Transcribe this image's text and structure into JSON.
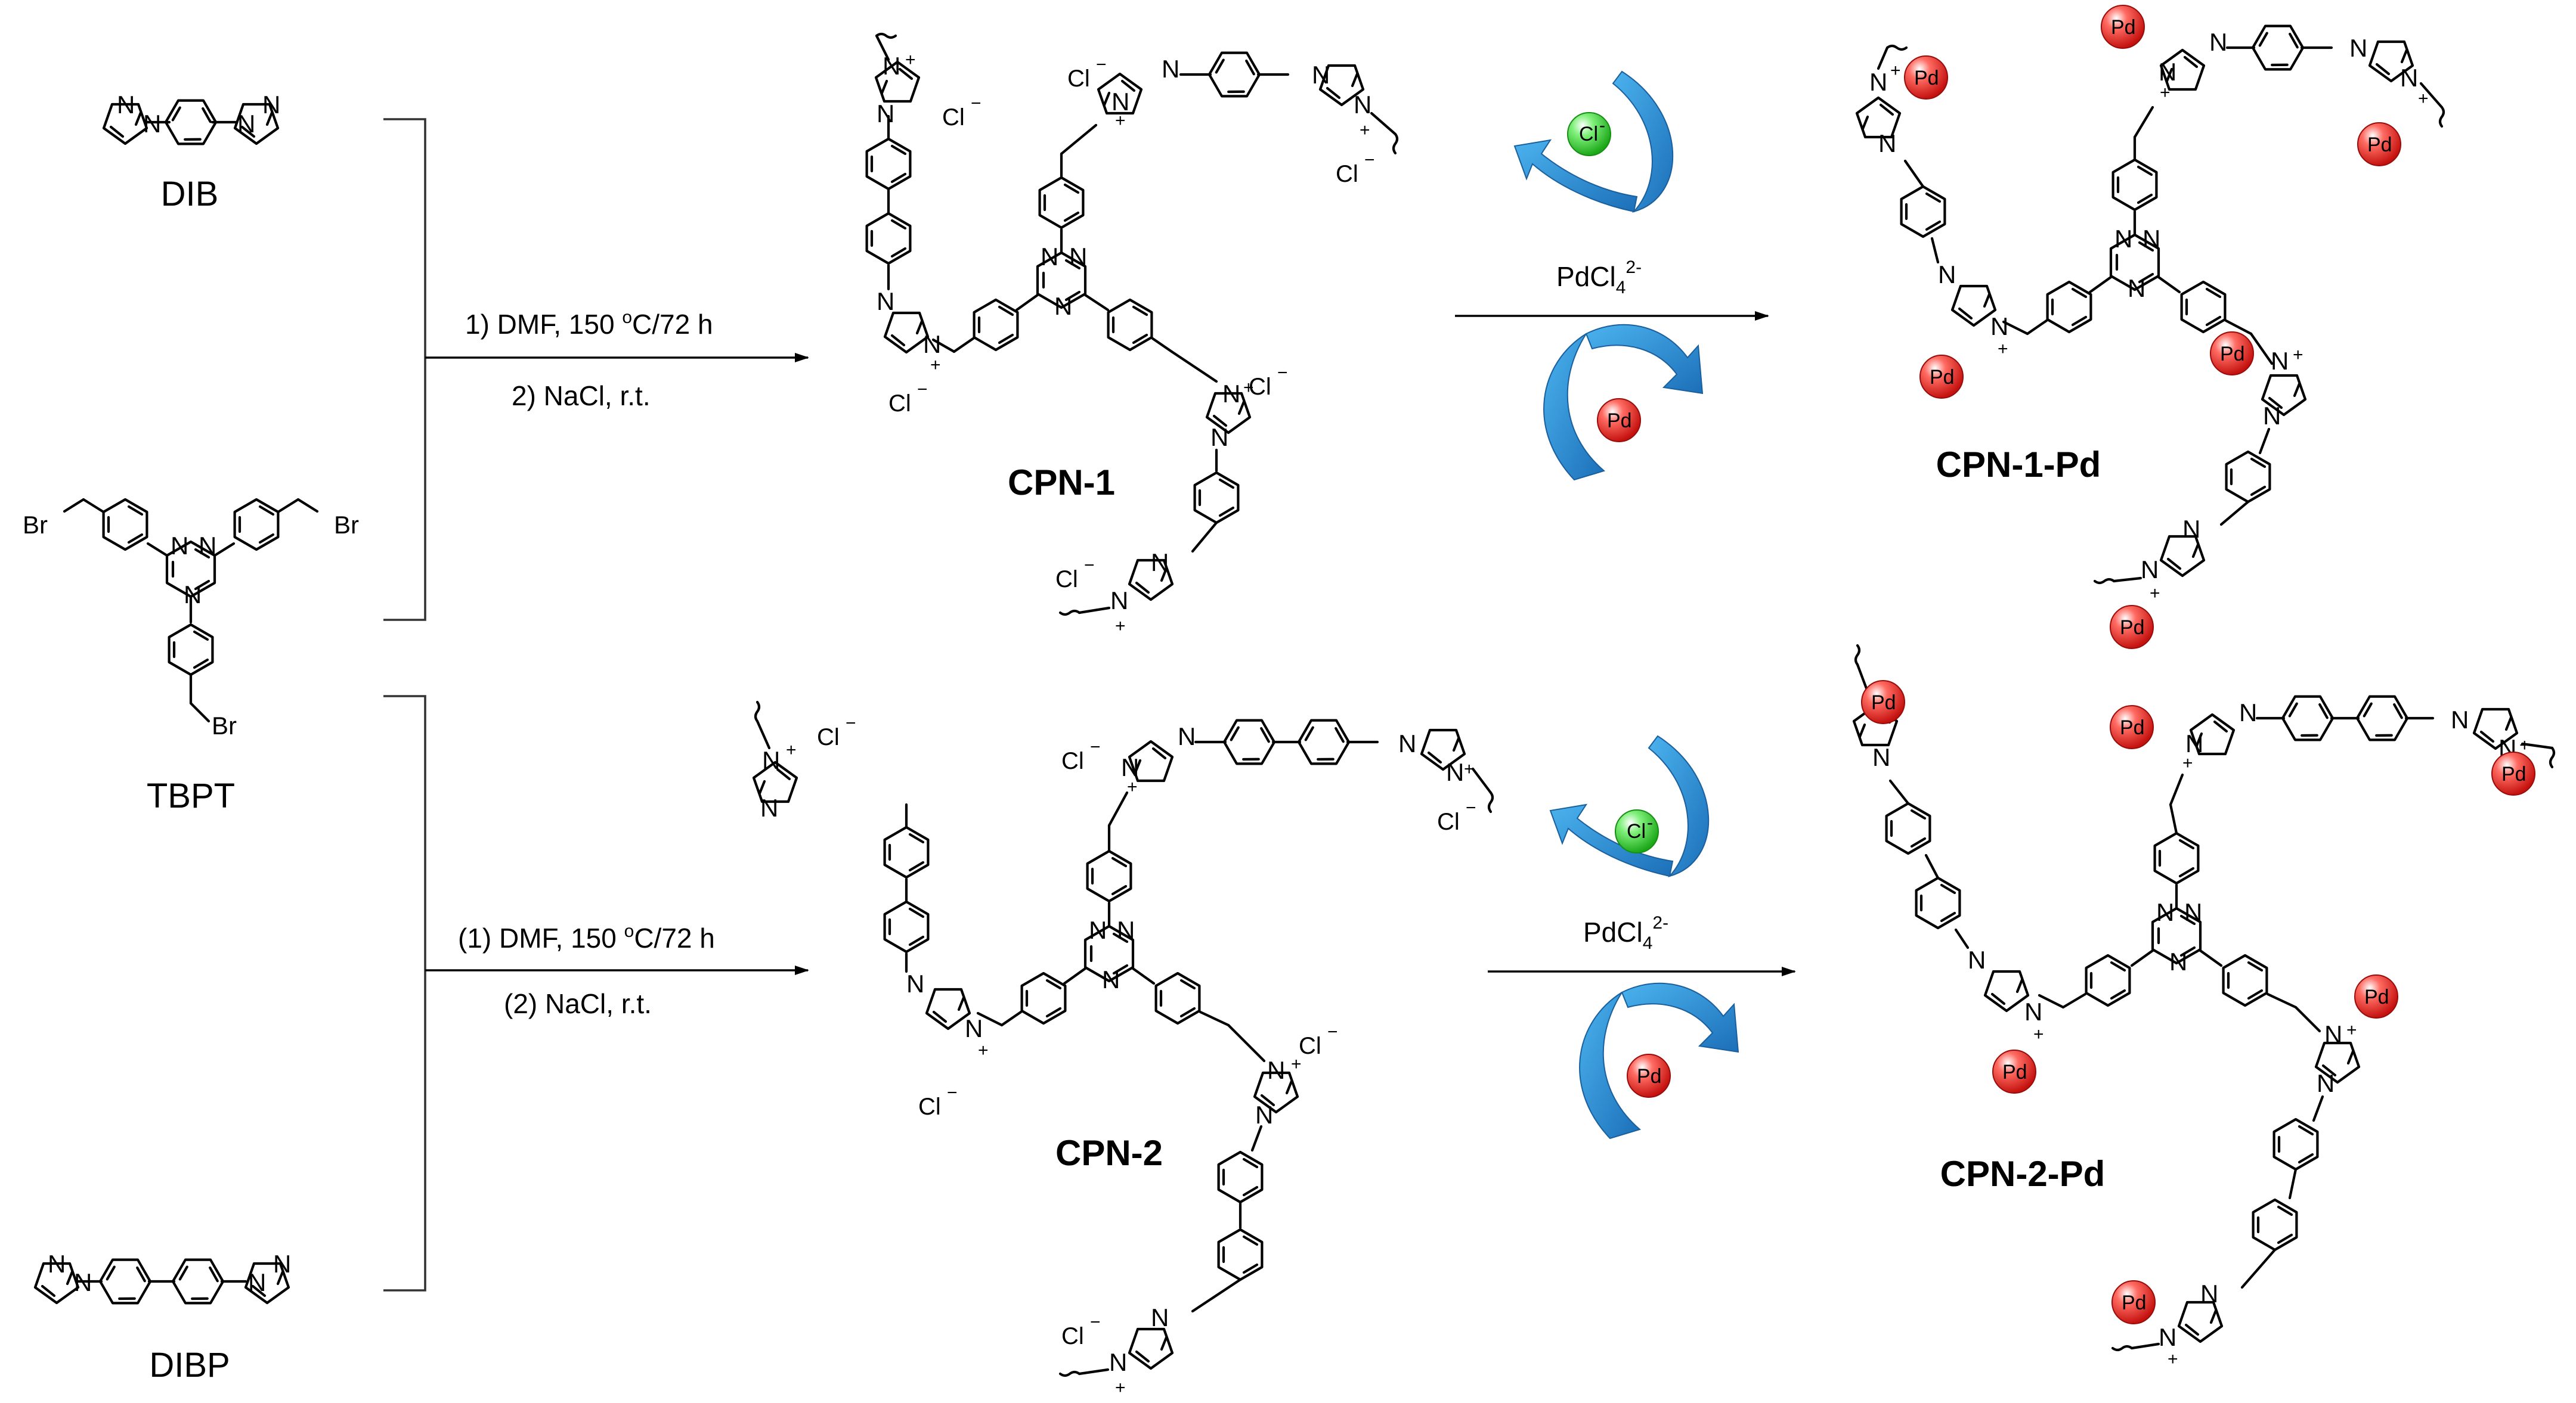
{
  "reactants": {
    "dib": "DIB",
    "tbpt": "TBPT",
    "dibp": "DIBP"
  },
  "atoms": {
    "N": "N",
    "Br": "Br"
  },
  "charges": {
    "plus": "+",
    "minus": "−"
  },
  "ions": {
    "chloride": "Cl"
  },
  "conditions": {
    "top_step1": "1) DMF, 150 ",
    "top_step1_sup": "o",
    "top_step1_end": "C/72 h",
    "top_step2": "2) NaCl, r.t.",
    "bottom_step1": "(1) DMF, 150 ",
    "bottom_step1_sup": "o",
    "bottom_step1_end": "C/72 h",
    "bottom_step2": "(2) NaCl, r.t."
  },
  "exchange": {
    "reagent": "PdCl",
    "reagent_sub": "4",
    "reagent_sup": "2-",
    "ion_in": "Pd",
    "ion_out": "Cl",
    "ion_out_sup": "-"
  },
  "products": {
    "cpn1": "CPN-1",
    "cpn2": "CPN-2",
    "cpn1pd": "CPN-1-Pd",
    "cpn2pd": "CPN-2-Pd"
  },
  "colors": {
    "pd_sphere": "#e8201c",
    "cl_sphere": "#3fd23a",
    "swoosh": "#2b93d6",
    "bond": "#000000"
  }
}
